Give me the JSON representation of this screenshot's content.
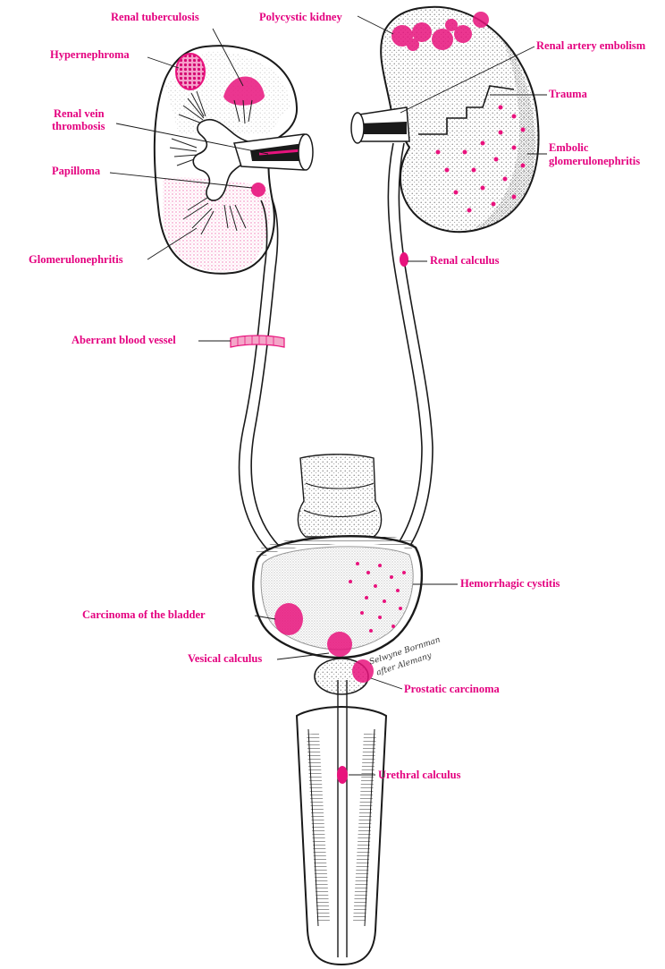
{
  "colors": {
    "label": "#e4007f",
    "lesion": "#e8137d",
    "ink": "#1a1a1a",
    "stipple": "#555555",
    "paper": "#ffffff"
  },
  "labels": {
    "renal_tuberculosis": "Renal tuberculosis",
    "polycystic_kidney": "Polycystic kidney",
    "hypernephroma": "Hypernephroma",
    "renal_artery_embolism": "Renal artery embolism",
    "renal_vein_line1": "Renal vein",
    "renal_vein_line2": "thrombosis",
    "trauma": "Trauma",
    "embolic_line1": "Embolic",
    "embolic_line2": "glomerulonephritis",
    "papilloma": "Papilloma",
    "glomerulonephritis": "Glomerulonephritis",
    "renal_calculus": "Renal calculus",
    "aberrant_blood_vessel": "Aberrant blood vessel",
    "hemorrhagic_cystitis": "Hemorrhagic cystitis",
    "carcinoma_bladder": "Carcinoma of the bladder",
    "vesical_calculus": "Vesical calculus",
    "prostatic_carcinoma": "Prostatic carcinoma",
    "urethral_calculus": "Urethral calculus"
  },
  "signature": {
    "line1": "Selwyne Bornman",
    "line2": "after Alemany"
  }
}
